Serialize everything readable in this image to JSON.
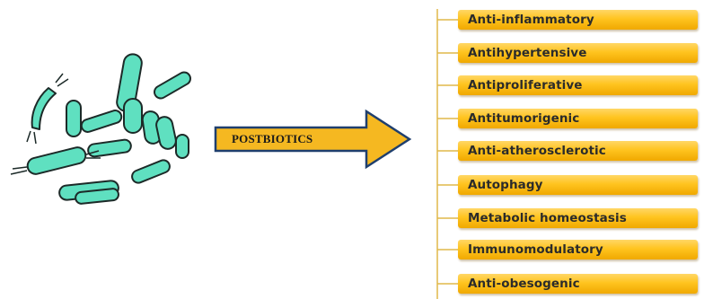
{
  "diagram": {
    "arrow_label": "POSTBIOTICS",
    "benefits": [
      "Anti-inflammatory",
      "Antihypertensive",
      "Antiproliferative",
      "Antitumorigenic",
      "Anti-atherosclerotic",
      "Autophagy",
      "Metabolic homeostasis",
      "Immunomodulatory",
      "Anti-obesogenic"
    ]
  },
  "colors": {
    "bacteria_fill": "#5fe0c0",
    "bacteria_outline": "#1c2a28",
    "arrow_fill": "#f5b821",
    "arrow_outline": "#1f3f6e",
    "benefit_box": "#ffc41f",
    "bracket_line": "#e0b84a"
  },
  "icons": {
    "illustration": "rod-shaped-bacteria-icon",
    "arrow": "right-arrow-icon"
  }
}
